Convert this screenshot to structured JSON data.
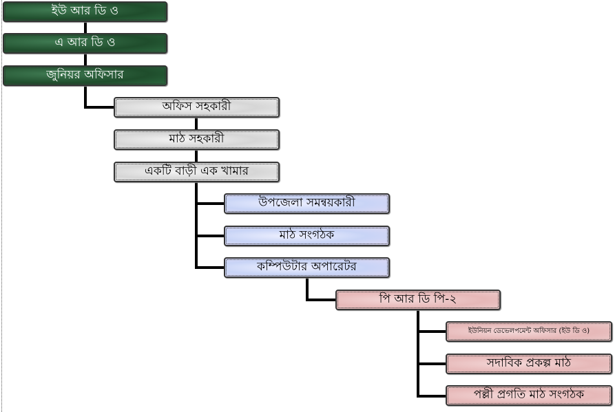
{
  "nodes": {
    "uro": "ইউ আর ডি ও",
    "aro": "এ আর ডি ও",
    "junior_officer": "জুনিয়র অফিসার",
    "office_assistant": "অফিস সহকারী",
    "field_assistant": "মাঠ সহকারী",
    "ektibari": "একটি বাড়ী এক খামার",
    "upazila_coordinator": "উপজেলা সমন্বয়কারী",
    "field_organizer": "মাঠ সংগঠক",
    "computer_operator": "কম্পিউটার অপারেটর",
    "prdp2": "পি আর ডি পি-২",
    "udo": "ইউনিয়ন ডেভেলপমেন্ট অফিসার (ইউ ডি ও)",
    "sadabik": "সদাবিক প্রকল্প মাঠ",
    "palli_field_organizer": "পল্লী প্রগতি মাঠ সংগঠক"
  },
  "colors": {
    "level1": "#1f4d2c",
    "level2": "#d6d6d6",
    "level3": "#c8d4f6",
    "level4": "#e6b8b8"
  }
}
